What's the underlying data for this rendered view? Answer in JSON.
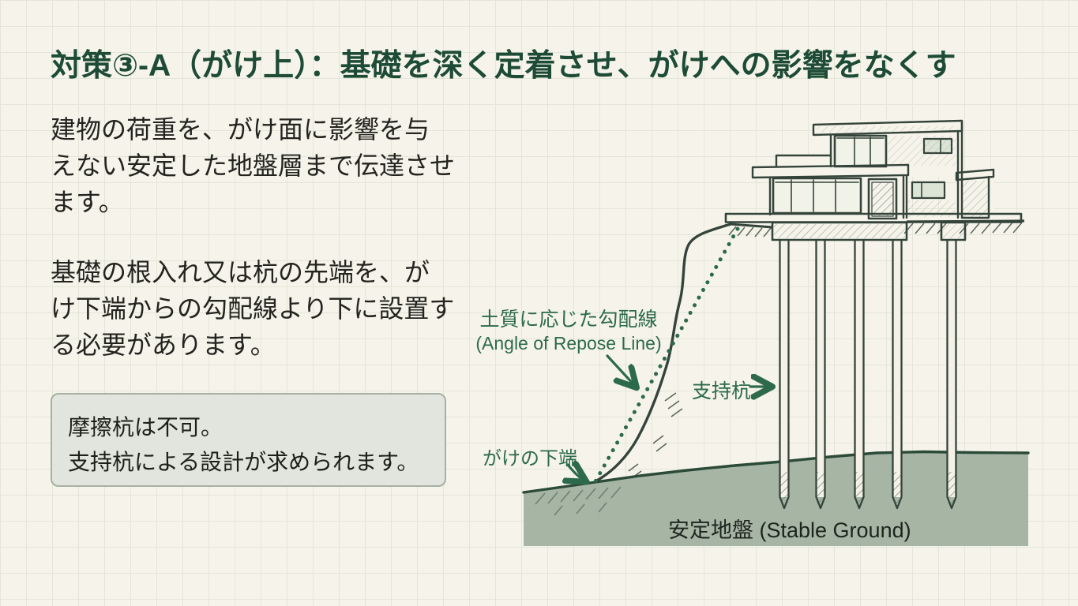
{
  "slide": {
    "title": "対策③-A（がけ上）：基礎を深く定着させ、がけへの影響をなくす",
    "paragraph1_lines": [
      "建物の荷重を、がけ面に影響を与",
      "えない安定した地盤層まで伝達させ",
      "ます。"
    ],
    "paragraph2_lines": [
      "基礎の根入れ又は杭の先端を、が",
      "け下端からの勾配線より下に設置す",
      "る必要があります。"
    ],
    "note_lines": [
      "摩擦杭は不可。",
      "支持杭による設計が求められます。"
    ]
  },
  "diagram": {
    "labels": {
      "slope_line_jp": "土質に応じた勾配線",
      "slope_line_en": "(Angle of Repose Line)",
      "support_pile": "支持杭",
      "cliff_bottom": "がけの下端",
      "stable_ground": "安定地盤 (Stable Ground)"
    },
    "pile_count": 5,
    "colors": {
      "background": "#f6f4ea",
      "grid_line": "#e3e6d8",
      "title_green": "#1d4b36",
      "label_green": "#2d6a4c",
      "ink": "#35443b",
      "stable_ground_fill": "#a0af9f",
      "note_bg": "#e2e5de",
      "note_border": "#a7b0a5",
      "body_text": "#23231f"
    }
  }
}
